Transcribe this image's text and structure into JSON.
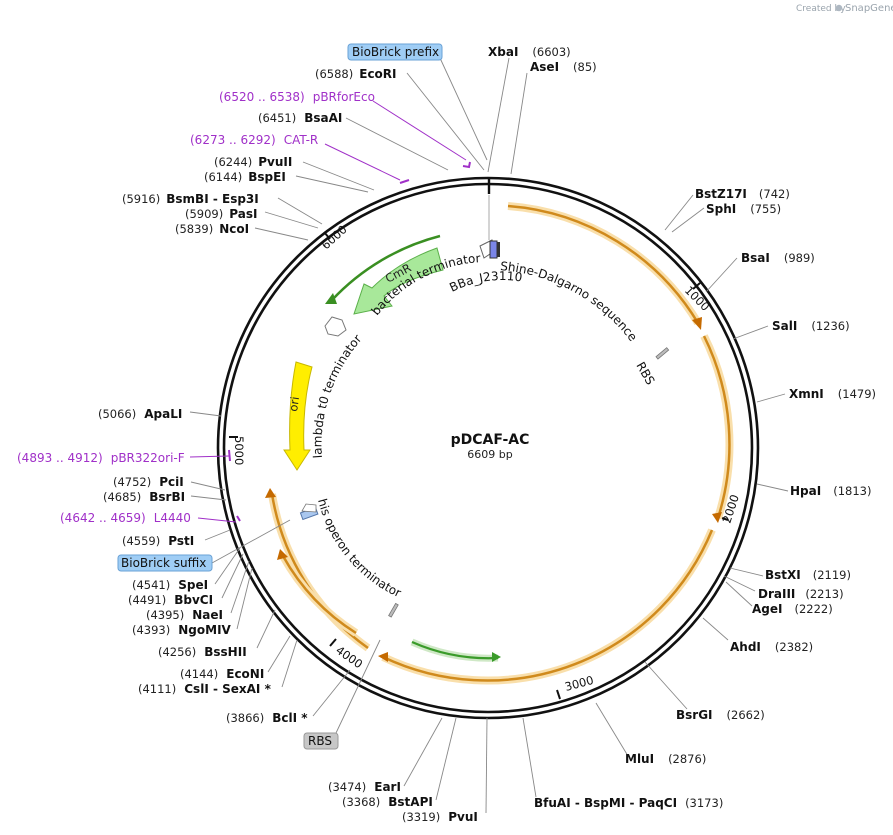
{
  "credit": "Created by",
  "brand": "SnapGene",
  "plasmid": {
    "name": "pDCAF-AC",
    "length": "6609 bp"
  },
  "colors": {
    "orf": "#f2b94f",
    "orf_arrow": "#c56a00",
    "primer": "#a030c8",
    "green": "#7fd06e",
    "yellow": "#ffee00",
    "badge_blue": "#9fcdf5",
    "badge_gray": "#c7c7c7"
  },
  "tick_labels": [
    "1000",
    "2000",
    "3000",
    "4000",
    "5000",
    "6000"
  ],
  "sites": [
    {
      "name": "XbaI",
      "pos": "(6603)"
    },
    {
      "name": "AseI",
      "pos": "(85)"
    },
    {
      "name": "EcoRI",
      "pos": "(6588)"
    },
    {
      "name": "BsaAI",
      "pos": "(6451)"
    },
    {
      "name": "PvuII",
      "pos": "(6244)"
    },
    {
      "name": "BspEI",
      "pos": "(6144)"
    },
    {
      "name": "BsmBI - Esp3I",
      "pos": "(5916)"
    },
    {
      "name": "PasI",
      "pos": "(5909)"
    },
    {
      "name": "NcoI",
      "pos": "(5839)"
    },
    {
      "name": "ApaLI",
      "pos": "(5066)"
    },
    {
      "name": "PciI",
      "pos": "(4752)"
    },
    {
      "name": "BsrBI",
      "pos": "(4685)"
    },
    {
      "name": "PstI",
      "pos": "(4559)"
    },
    {
      "name": "SpeI",
      "pos": "(4541)"
    },
    {
      "name": "BbvCI",
      "pos": "(4491)"
    },
    {
      "name": "NaeI",
      "pos": "(4395)"
    },
    {
      "name": "NgoMIV",
      "pos": "(4393)"
    },
    {
      "name": "BssHII",
      "pos": "(4256)"
    },
    {
      "name": "EcoNI",
      "pos": "(4144)"
    },
    {
      "name": "CslI - SexAI *",
      "pos": "(4111)"
    },
    {
      "name": "BclI *",
      "pos": "(3866)"
    },
    {
      "name": "EarI",
      "pos": "(3474)"
    },
    {
      "name": "BstAPI",
      "pos": "(3368)"
    },
    {
      "name": "PvuI",
      "pos": "(3319)"
    },
    {
      "name": "BfuAI - BspMI - PaqCI",
      "pos": "(3173)"
    },
    {
      "name": "MluI",
      "pos": "(2876)"
    },
    {
      "name": "BsrGI",
      "pos": "(2662)"
    },
    {
      "name": "AhdI",
      "pos": "(2382)"
    },
    {
      "name": "AgeI",
      "pos": "(2222)"
    },
    {
      "name": "DraIII",
      "pos": "(2213)"
    },
    {
      "name": "BstXI",
      "pos": "(2119)"
    },
    {
      "name": "HpaI",
      "pos": "(1813)"
    },
    {
      "name": "XmnI",
      "pos": "(1479)"
    },
    {
      "name": "SalI",
      "pos": "(1236)"
    },
    {
      "name": "BsaI",
      "pos": "(989)"
    },
    {
      "name": "SphI",
      "pos": "(755)"
    },
    {
      "name": "BstZ17I",
      "pos": "(742)"
    }
  ],
  "primers": [
    {
      "range": "(6520 .. 6538)",
      "name": "pBRforEco"
    },
    {
      "range": "(6273 .. 6292)",
      "name": "CAT-R"
    },
    {
      "range": "(4893 .. 4912)",
      "name": "pBR322ori-F"
    },
    {
      "range": "(4642 .. 4659)",
      "name": "L4440"
    }
  ],
  "badges": [
    "BioBrick prefix",
    "BioBrick suffix",
    "RBS"
  ],
  "features": {
    "cmr": "CmR",
    "ori": "ori",
    "bacterial_terminator": "bacterial terminator",
    "lambda_terminator": "lambda t0 terminator",
    "his_terminator": "his operon terminator",
    "promoter": "BBa_J23110",
    "shine_dalgarno": "Shine-Dalgarno sequence",
    "rbs": "RBS"
  }
}
